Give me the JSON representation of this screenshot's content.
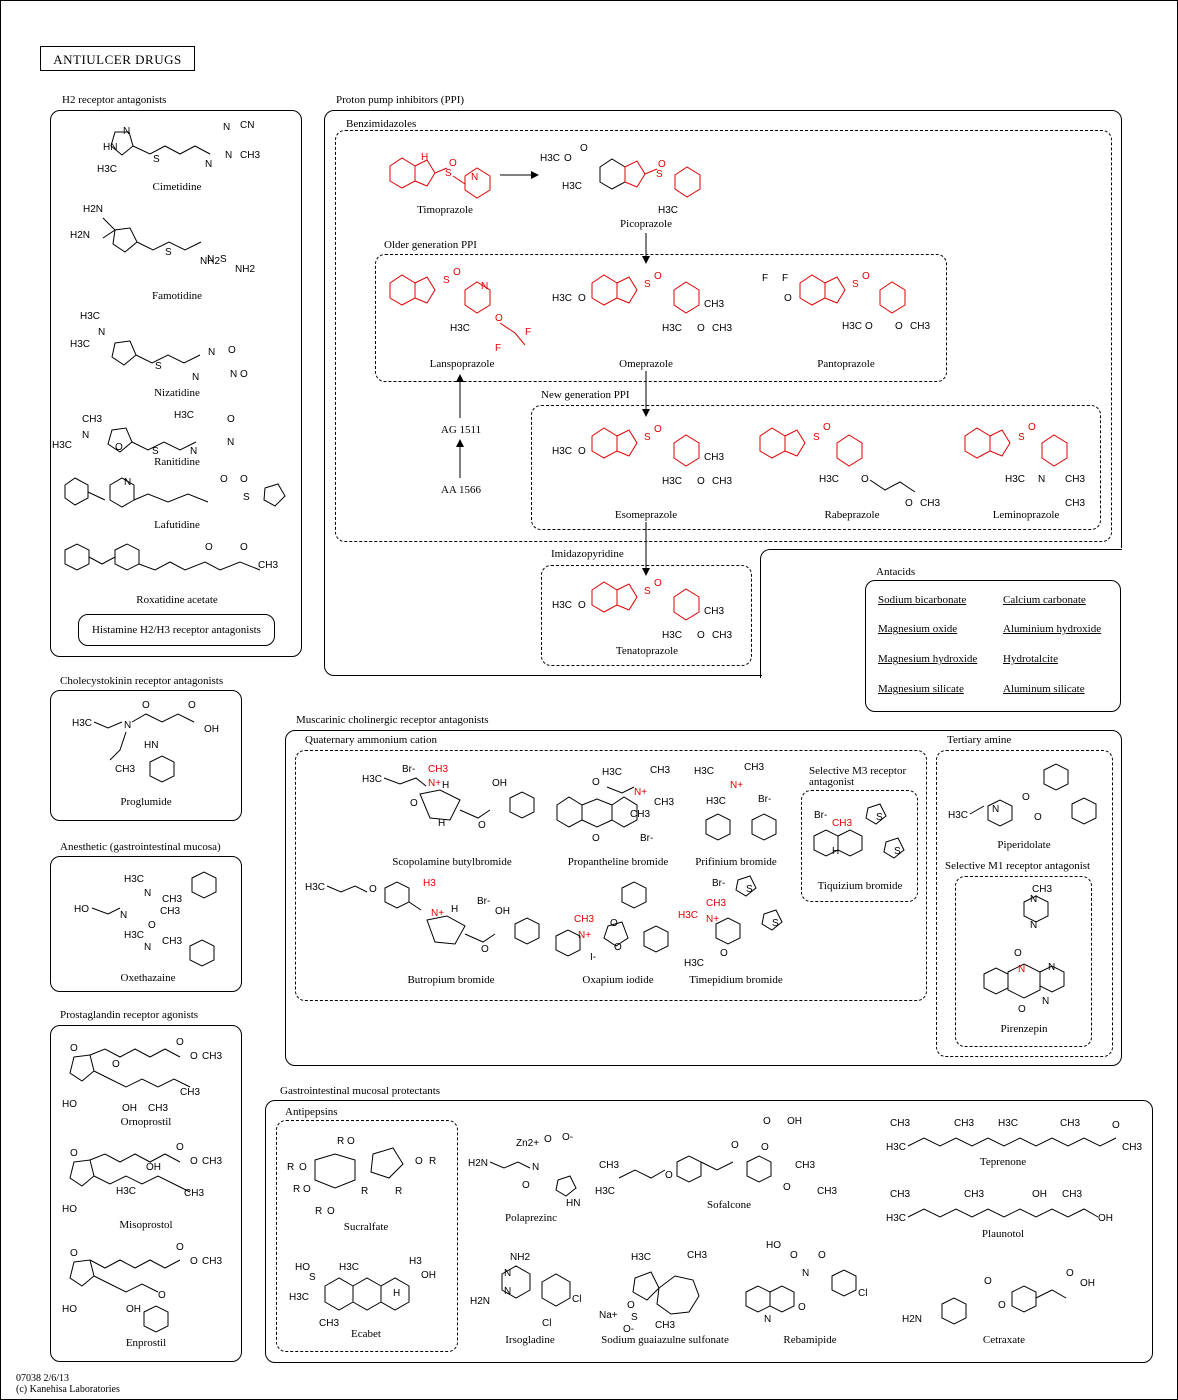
{
  "title": "ANTIULCER  DRUGS",
  "footer": {
    "code": "07038 2/6/13",
    "copyright": "(c) Kanehisa Laboratories"
  },
  "sections": {
    "h2": "H2 receptor antagonists",
    "ppi": "Proton pump inhibitors (PPI)",
    "benzimidazoles": "Benzimidazoles",
    "older": "Older generation PPI",
    "newer": "New generation PPI",
    "imidazopyridine": "Imidazopyridine",
    "antacids": "Antacids",
    "cck": "Cholecystokinin receptor antagonists",
    "anesthetic": "Anesthetic (gastrointestinal mucosa)",
    "prostaglandin": "Prostaglandin receptor agonists",
    "muscarinic": "Muscarinic cholinergic receptor antagonists",
    "quaternary": "Quaternary ammonium cation",
    "selective_m3": "Selective M3 receptor antagonist",
    "tertiary": "Tertiary amine",
    "selective_m1": "Selective M1 receptor antagonist",
    "protectants": "Gastrointestinal mucosal protectants",
    "antipepsins": "Antipepsins"
  },
  "drugs": {
    "cimetidine": "Cimetidine",
    "famotidine": "Famotidine",
    "nizatidine": "Nizatidine",
    "ranitidine": "Ranitidine",
    "lafutidine": "Lafutidine",
    "roxatidine": "Roxatidine acetate",
    "h2h3": "Histamine H2/H3 receptor antagonists",
    "timoprazole": "Timoprazole",
    "picoprazole": "Picoprazole",
    "lansoprazole": "Lanspoprazole",
    "omeprazole": "Omeprazole",
    "pantoprazole": "Pantoprazole",
    "ag1511": "AG 1511",
    "aa1566": "AA 1566",
    "esomeprazole": "Esomeprazole",
    "rabeprazole": "Rabeprazole",
    "leminoprazole": "Leminoprazole",
    "tenatoprazole": "Tenatoprazole",
    "proglumide": "Proglumide",
    "oxethazaine": "Oxethazaine",
    "ornoprostil": "Ornoprostil",
    "misoprostol": "Misoprostol",
    "enprostil": "Enprostil",
    "scopolamine": "Scopolamine butylbromide",
    "propantheline": "Propantheline bromide",
    "prifinium": "Prifinium bromide",
    "tiquizium": "Tiquizium bromide",
    "butropium": "Butropium bromide",
    "oxapium": "Oxapium iodide",
    "timepidium": "Timepidium bromide",
    "piperidolate": "Piperidolate",
    "pirenzepin": "Pirenzepin",
    "sucralfate": "Sucralfate",
    "polaprezinc": "Polaprezinc",
    "sofalcone": "Sofalcone",
    "teprenone": "Teprenone",
    "plaunotol": "Plaunotol",
    "ecabet": "Ecabet",
    "irsogladine": "Irsogladine",
    "guaiazulene": "Sodium guaiazulne sulfonate",
    "rebamipide": "Rebamipide",
    "cetraxate": "Cetraxate"
  },
  "antacids": [
    "Sodium bicarbonate",
    "Calcium carbonate",
    "Magnesium oxide",
    "Aluminium hydroxide",
    "Magnesium hydroxide",
    "Hydrotalcite",
    "Magnesium silicate",
    "Aluminum silicate"
  ],
  "colors": {
    "highlight": "#e00000",
    "line": "#000000"
  }
}
